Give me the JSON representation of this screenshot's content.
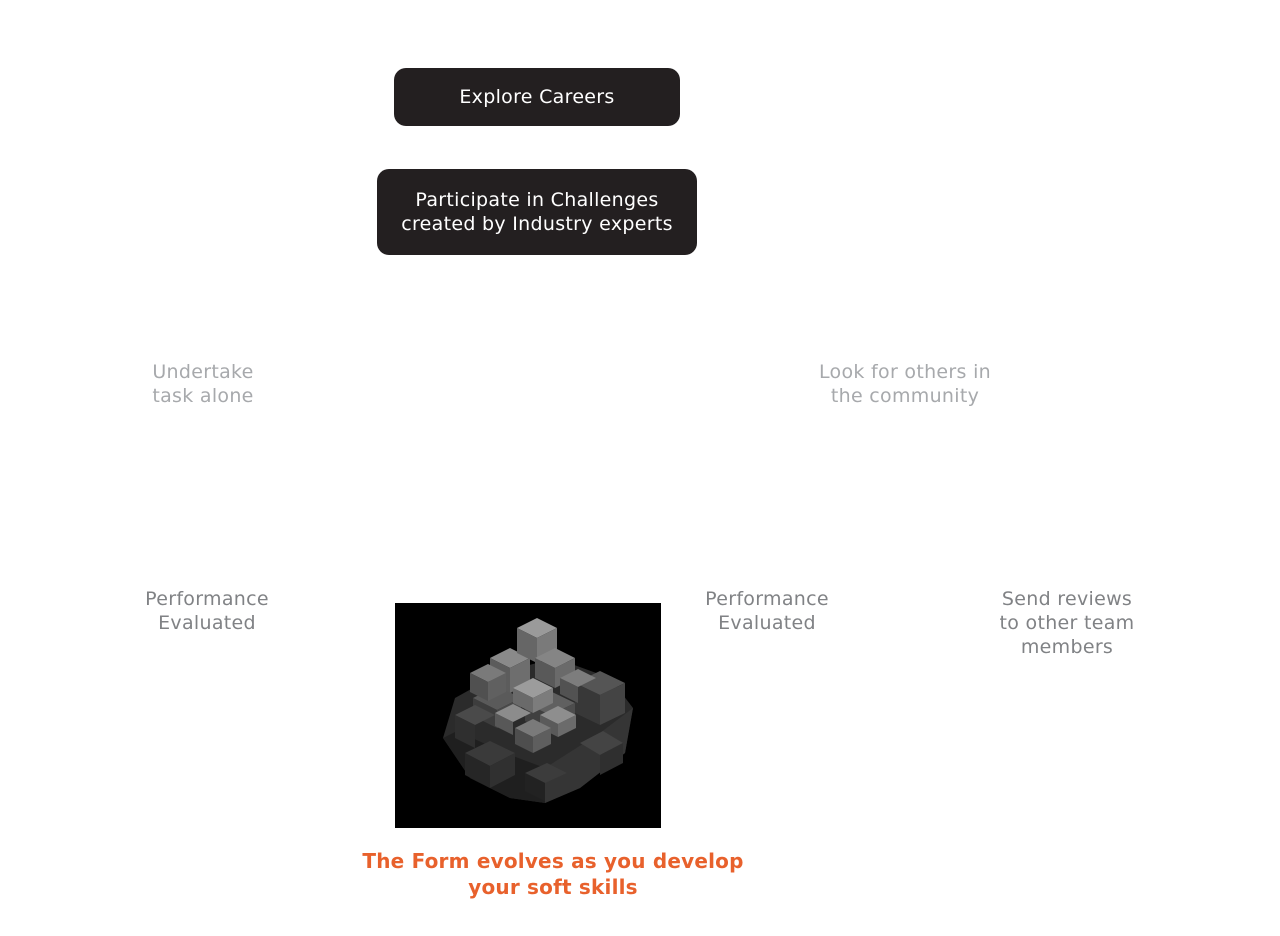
{
  "top": {
    "explore_label": "Explore Careers",
    "challenges_line1": "Participate in Challenges",
    "challenges_line2": "created by Industry experts"
  },
  "branches": {
    "alone": {
      "line1": "Undertake",
      "line2": "task alone"
    },
    "community": {
      "line1": "Look for others in",
      "line2": "the community"
    }
  },
  "outcomes": {
    "performance_left": {
      "line1": "Performance",
      "line2": "Evaluated"
    },
    "performance_right": {
      "line1": "Performance",
      "line2": "Evaluated"
    },
    "reviews": {
      "line1": "Send reviews",
      "line2": "to other team",
      "line3": "members"
    }
  },
  "caption": {
    "line1": "The Form evolves as you develop",
    "line2": "your soft skills"
  },
  "colors": {
    "pill_background": "#231f20",
    "light_text": "#a7a9ac",
    "mid_text": "#808285",
    "accent": "#e8612c"
  },
  "image": {
    "subject": "voxel-cube-form-icon"
  }
}
